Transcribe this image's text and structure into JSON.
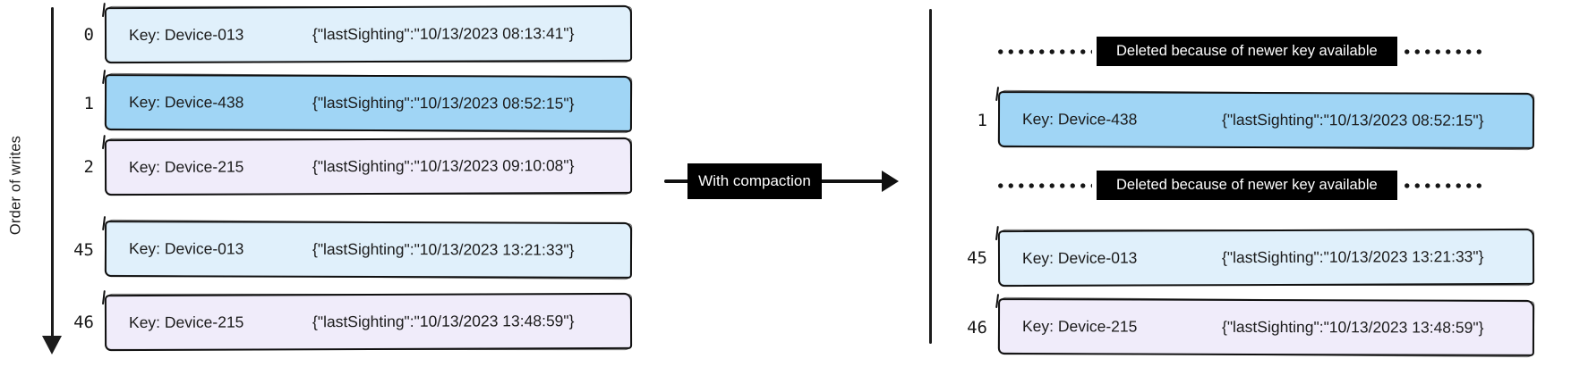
{
  "diagram": {
    "axis_label": "Order of writes",
    "compaction_label": "With compaction"
  },
  "left_log": {
    "rows": [
      {
        "offset": "0",
        "key": "Key: Device-013",
        "value": "{\"lastSighting\":\"10/13/2023 08:13:41\"}"
      },
      {
        "offset": "1",
        "key": "Key: Device-438",
        "value": "{\"lastSighting\":\"10/13/2023 08:52:15\"}"
      },
      {
        "offset": "2",
        "key": "Key: Device-215",
        "value": "{\"lastSighting\":\"10/13/2023 09:10:08\"}"
      },
      {
        "offset": "45",
        "key": "Key: Device-013",
        "value": "{\"lastSighting\":\"10/13/2023 13:21:33\"}"
      },
      {
        "offset": "46",
        "key": "Key: Device-215",
        "value": "{\"lastSighting\":\"10/13/2023 13:48:59\"}"
      }
    ]
  },
  "right_log": {
    "deleted_rows": [
      {
        "label": "Deleted because of newer key available"
      },
      {
        "label": "Deleted because of newer key available"
      }
    ],
    "rows": [
      {
        "offset": "1",
        "key": "Key: Device-438",
        "value": "{\"lastSighting\":\"10/13/2023 08:52:15\"}"
      },
      {
        "offset": "45",
        "key": "Key: Device-013",
        "value": "{\"lastSighting\":\"10/13/2023 13:21:33\"}"
      },
      {
        "offset": "46",
        "key": "Key: Device-215",
        "value": "{\"lastSighting\":\"10/13/2023 13:48:59\"}"
      }
    ]
  },
  "colors": {
    "record_light_blue": "#e0f0fb",
    "record_blue": "#a0d5f5",
    "record_lavender": "#f0ecfa",
    "ink": "#121212",
    "label_box_bg": "#000000",
    "label_box_text": "#ffffff"
  }
}
